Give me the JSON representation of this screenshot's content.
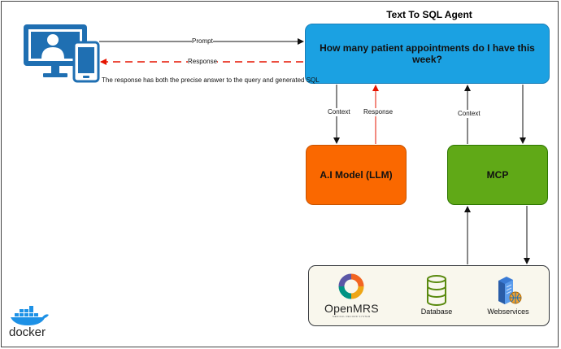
{
  "title": "Text To SQL Agent",
  "agent_box": "How many patient appointments do I have this week?",
  "llm_box": "A.I Model (LLM)",
  "mcp_box": "MCP",
  "edges": {
    "prompt": "Prompt",
    "response_top": "Response",
    "context_left": "Context",
    "response_mid": "Response",
    "context_right": "Context"
  },
  "note": "The response has both the precise answer to the query and generated SQL",
  "tray": {
    "openmrs_label": "OpenMRS",
    "openmrs_sub": "MEDICAL RECORD SYSTEM",
    "database_label": "Database",
    "webservices_label": "Webservices"
  },
  "docker_label": "docker",
  "colors": {
    "agent": "#1ba1e2",
    "llm": "#fa6800",
    "mcp": "#60a917",
    "tray": "#f9f7ed",
    "response_arrow": "#e51400",
    "device_icon": "#1f6fb2"
  },
  "icons": [
    "user-devices-icon",
    "openmrs-logo-icon",
    "database-icon",
    "webservices-icon",
    "docker-whale-icon"
  ]
}
